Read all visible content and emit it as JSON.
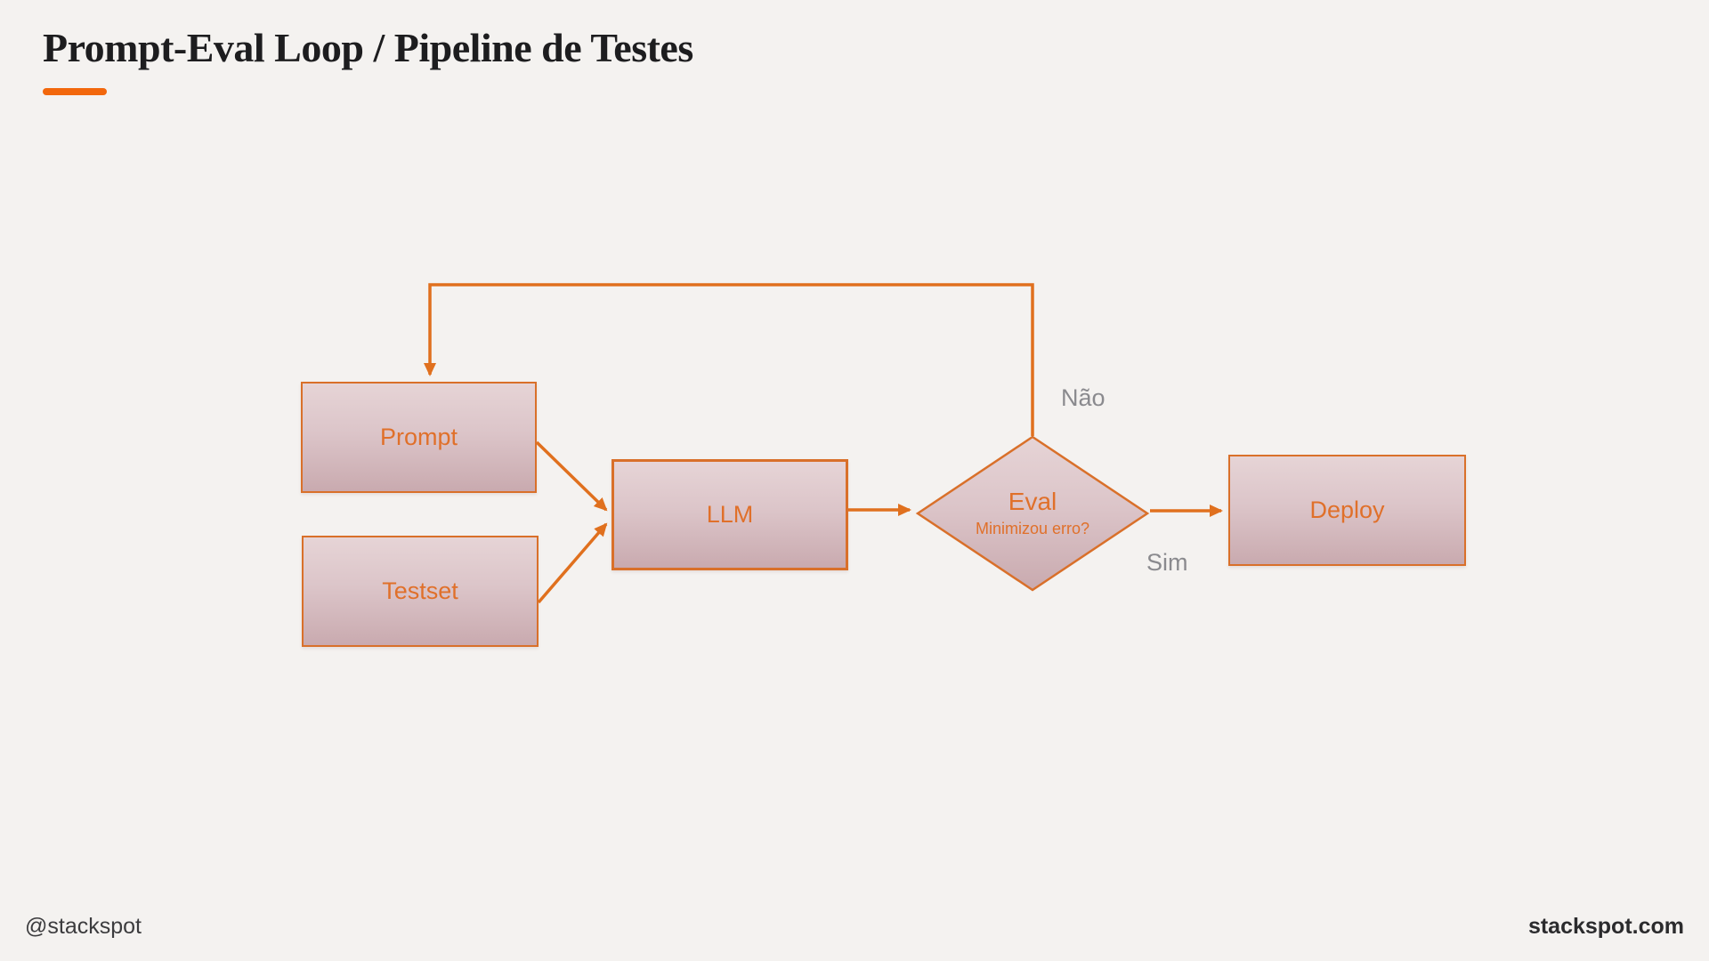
{
  "page": {
    "title": "Prompt-Eval Loop / Pipeline de Testes",
    "footer_left": "@stackspot",
    "footer_right": "stackspot.com"
  },
  "colors": {
    "background": "#f4f2f0",
    "title_text": "#1d1d1f",
    "accent_bar": "#f2670c",
    "connector": "#e0701e",
    "node_border": "#d9702a",
    "node_fill_top": "#e6d4d6",
    "node_fill_bottom": "#c9aaaf",
    "node_text": "#e0702a",
    "edge_label_text": "#8a8a8e"
  },
  "diagram": {
    "nodes": [
      {
        "id": "prompt",
        "shape": "rect",
        "label": "Prompt"
      },
      {
        "id": "testset",
        "shape": "rect",
        "label": "Testset"
      },
      {
        "id": "llm",
        "shape": "rect",
        "label": "LLM"
      },
      {
        "id": "eval",
        "shape": "diamond",
        "label": "Eval",
        "sublabel": "Minimizou erro?"
      },
      {
        "id": "deploy",
        "shape": "rect",
        "label": "Deploy"
      }
    ],
    "edges": [
      {
        "from": "prompt",
        "to": "llm",
        "label": ""
      },
      {
        "from": "testset",
        "to": "llm",
        "label": ""
      },
      {
        "from": "llm",
        "to": "eval",
        "label": ""
      },
      {
        "from": "eval",
        "to": "deploy",
        "label": "Sim"
      },
      {
        "from": "eval",
        "to": "prompt",
        "label": "Não"
      }
    ],
    "edge_labels": {
      "no": "Não",
      "yes": "Sim"
    }
  }
}
